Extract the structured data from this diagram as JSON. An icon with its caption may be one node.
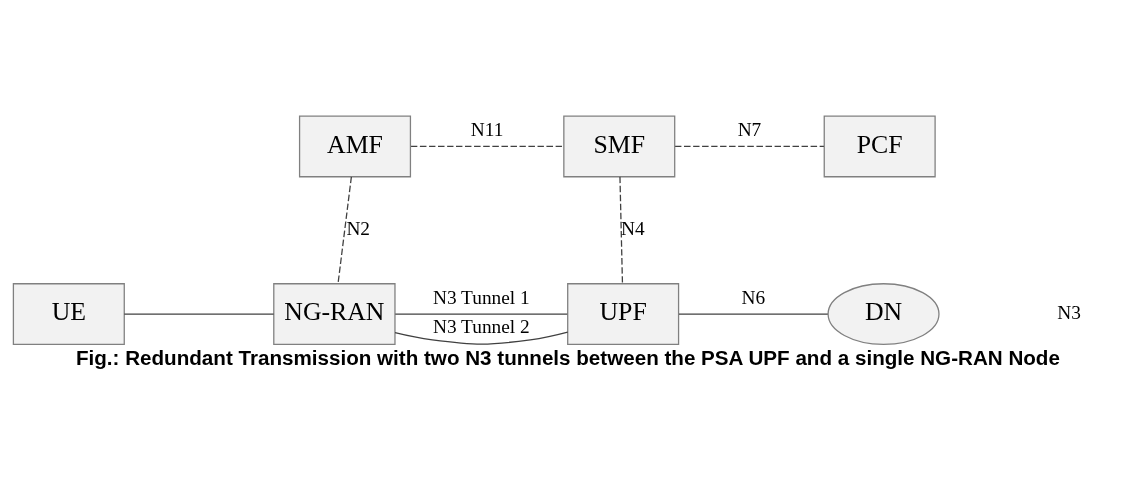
{
  "diagram": {
    "caption": "Fig.: Redundant Transmission with two N3 tunnels between the PSA UPF and a single NG-RAN Node",
    "nodes": [
      {
        "text": [
          "AMF"
        ]
      },
      {
        "text": [
          "SMF"
        ]
      },
      {
        "text": [
          "PCF"
        ]
      },
      {
        "text": [
          "UE"
        ]
      },
      {
        "text": [
          "NG-RAN"
        ]
      },
      {
        "text": [
          "UPF"
        ]
      },
      {
        "text": [
          "DN"
        ]
      }
    ],
    "edges": [
      {
        "from": 0,
        "to": 1,
        "arrow": "none",
        "label": "N11",
        "style": "dashed"
      },
      {
        "from": 1,
        "to": 2,
        "arrow": "none",
        "label": "N7",
        "style": "dashed"
      },
      {
        "from": 0,
        "to": 4,
        "arrow": "none",
        "label": "N2",
        "style": "dashed"
      },
      {
        "from": 1,
        "to": 5,
        "arrow": "none",
        "label": "N4",
        "style": "dashed"
      },
      {
        "from": 3,
        "to": 4,
        "arrow": "none"
      },
      {
        "from": 4,
        "to": 5,
        "arrow": "none",
        "label": "N3 Tunnel 1"
      },
      {
        "from": 4,
        "to": 5,
        "arrow": "none",
        "label": "N3 Tunnel 2"
      },
      {
        "from": 5,
        "to": 6,
        "arrow": "none",
        "label": "N6"
      }
    ],
    "labels": [
      "N3"
    ]
  }
}
